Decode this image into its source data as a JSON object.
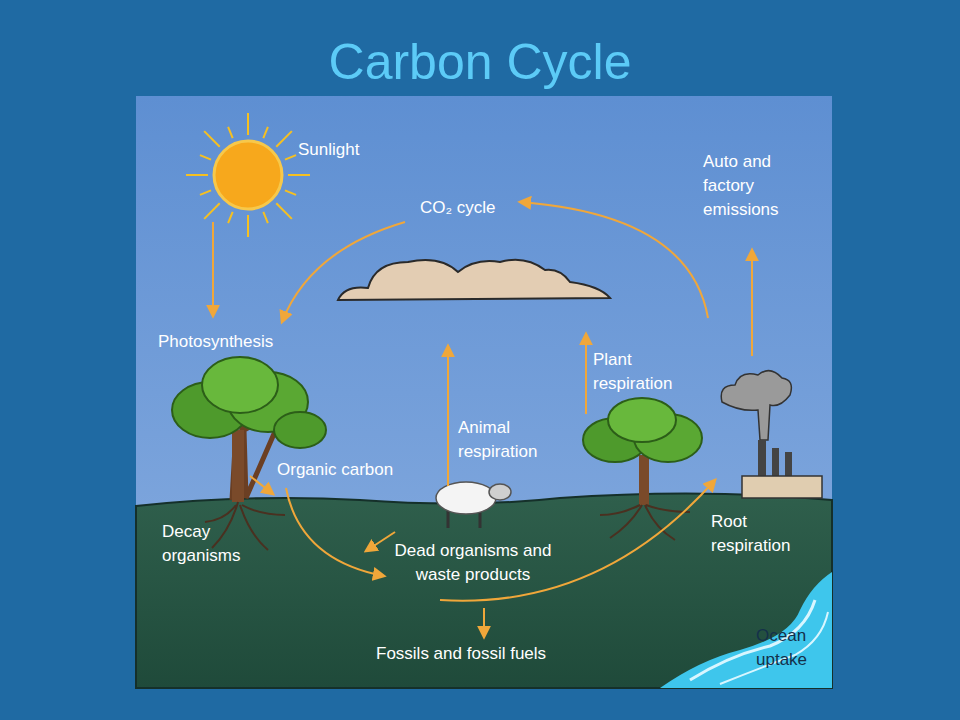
{
  "diagram": {
    "title": "Carbon Cycle",
    "labels": [
      "Sunlight",
      "CO₂ cycle",
      "Auto and factory emissions",
      "Photosynthesis",
      "Plant respiration",
      "Animal respiration",
      "Organic carbon",
      "Decay organisms",
      "Dead organisms and waste products",
      "Root respiration",
      "Fossils and fossil fuels",
      "Ocean uptake"
    ]
  }
}
